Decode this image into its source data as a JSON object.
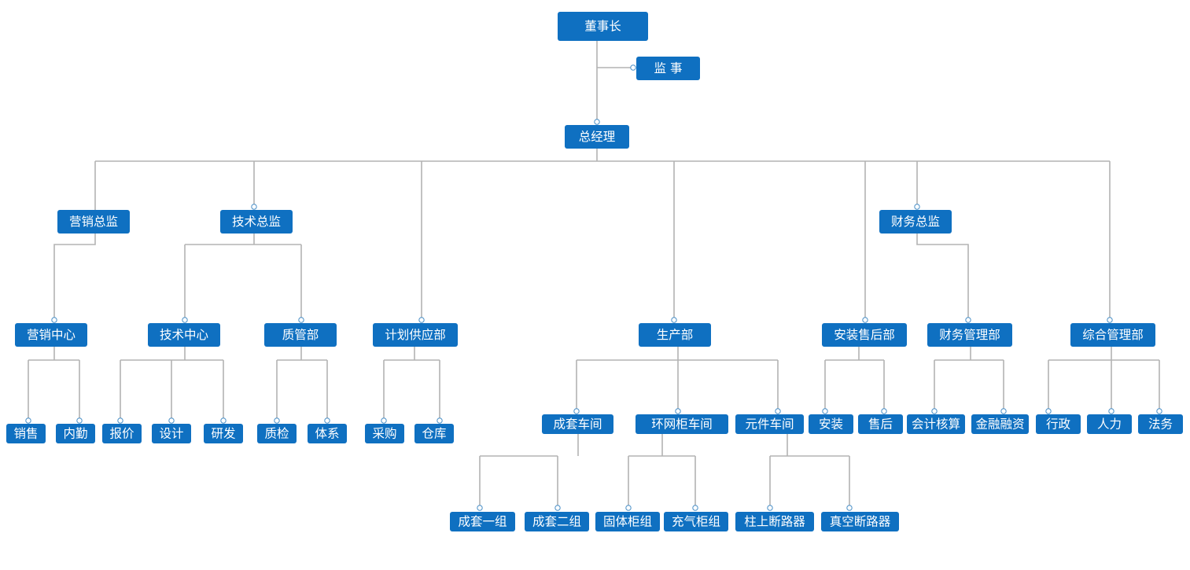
{
  "nodes": {
    "chairman": "董事长",
    "supervisor": "监 事",
    "gm": "总经理",
    "marketing_director": "营销总监",
    "tech_director": "技术总监",
    "planning_supply": "计划供应部",
    "production": "生产部",
    "install_after_sales": "安装售后部",
    "finance_director": "财务总监",
    "general_admin": "综合管理部",
    "marketing_center": "营销中心",
    "tech_center": "技术中心",
    "quality_dept": "质管部",
    "finance_mgmt": "财务管理部",
    "sales": "销售",
    "internal_affairs": "内勤",
    "quotation": "报价",
    "design": "设计",
    "rnd": "研发",
    "quality_inspection": "质检",
    "system": "体系",
    "procurement": "采购",
    "warehouse": "仓库",
    "installation": "安装",
    "after_sales": "售后",
    "accounting": "会计核算",
    "financing": "金融融资",
    "administration": "行政",
    "hr": "人力",
    "legal": "法务",
    "complete_set_workshop": "成套车间",
    "ring_main_workshop": "环网柜车间",
    "component_workshop": "元件车间",
    "set_group_1": "成套一组",
    "set_group_2": "成套二组",
    "solid_cabinet_group": "固体柜组",
    "gas_cabinet_group": "充气柜组",
    "pole_breaker": "柱上断路器",
    "vacuum_breaker": "真空断路器"
  },
  "colors": {
    "box": "#0f70c1",
    "text": "#ffffff",
    "connector": "#b3b3b3",
    "port_stroke": "#4a90c8"
  }
}
